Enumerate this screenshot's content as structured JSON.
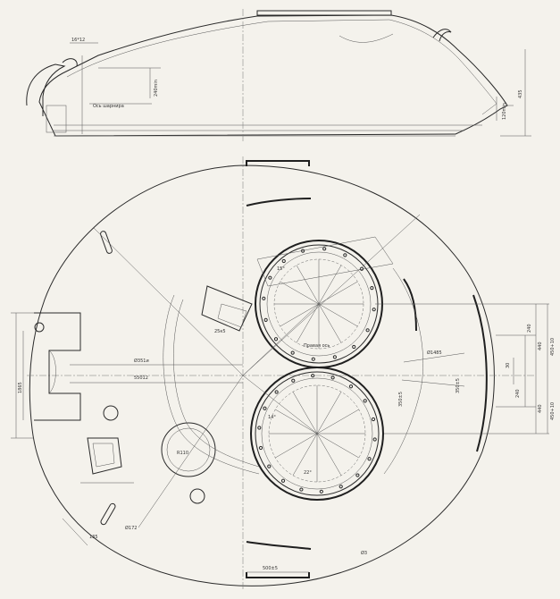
{
  "side_view": {
    "labels": [
      {
        "id": "lbl-1",
        "text": "16*12"
      },
      {
        "id": "lbl-2",
        "text": "Ось шарнира"
      },
      {
        "id": "lbl-3",
        "text": "240min"
      },
      {
        "id": "lbl-4",
        "text": "120min"
      },
      {
        "id": "lbl-5",
        "text": "435"
      }
    ]
  },
  "top_view": {
    "labels": [
      {
        "id": "d1",
        "text": "Ø351и"
      },
      {
        "id": "d2",
        "text": "55012"
      },
      {
        "id": "d3",
        "text": "Ø1485"
      },
      {
        "id": "d4",
        "text": "440"
      },
      {
        "id": "d5",
        "text": "440"
      },
      {
        "id": "d6",
        "text": "450+10"
      },
      {
        "id": "d7",
        "text": "450+10"
      },
      {
        "id": "d8",
        "text": "240"
      },
      {
        "id": "d9",
        "text": "240"
      },
      {
        "id": "d10",
        "text": "30"
      },
      {
        "id": "d11",
        "text": "1865"
      },
      {
        "id": "d12",
        "text": "500±5"
      },
      {
        "id": "d13",
        "text": "R110"
      },
      {
        "id": "d14",
        "text": "Ø172"
      },
      {
        "id": "d15",
        "text": "135"
      },
      {
        "id": "d16",
        "text": "350±5"
      },
      {
        "id": "d17",
        "text": "350±5"
      },
      {
        "id": "d18",
        "text": "Правая ось"
      },
      {
        "id": "d19",
        "text": "25к5"
      },
      {
        "id": "d20",
        "text": "15°"
      },
      {
        "id": "d21",
        "text": "14°"
      },
      {
        "id": "d22",
        "text": "22°"
      },
      {
        "id": "d23",
        "text": "Ø3"
      }
    ]
  }
}
